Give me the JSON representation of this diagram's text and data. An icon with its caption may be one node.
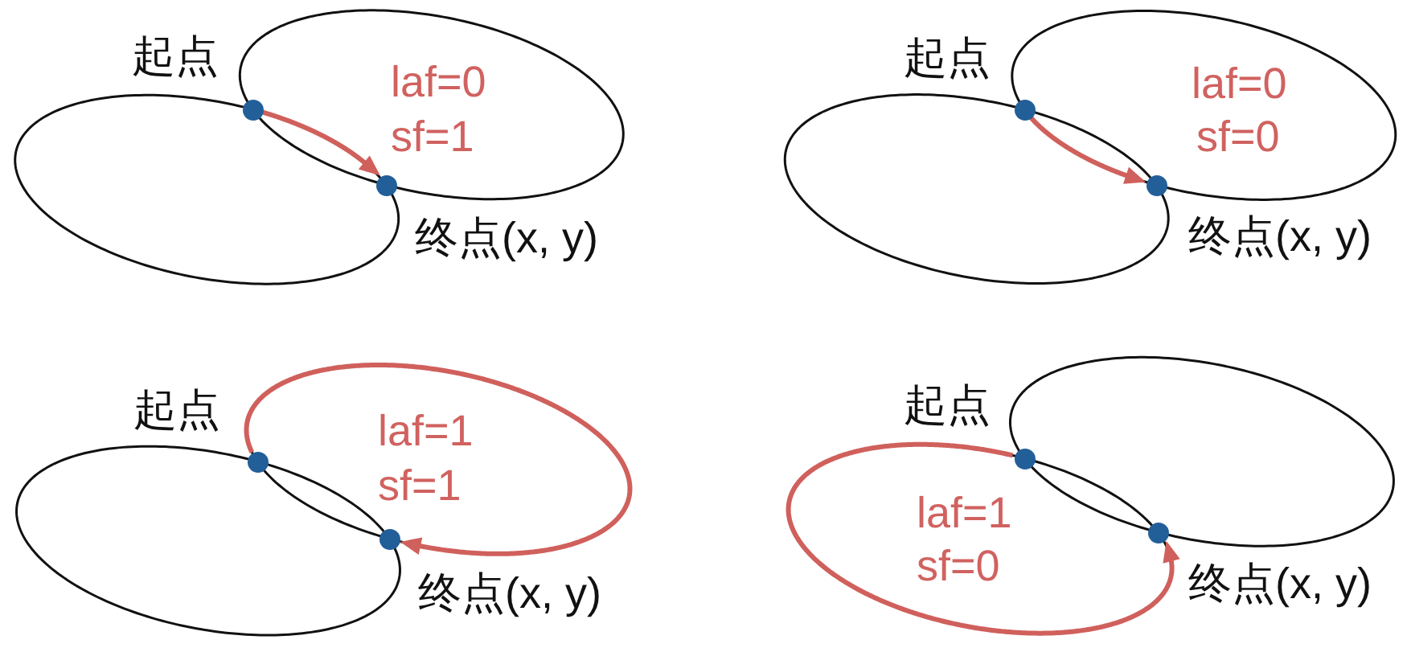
{
  "diagram": {
    "nodes": [
      {
        "text": [],
        "shape": "circle",
        "beside": [
          "起点"
        ]
      },
      {
        "text": [],
        "shape": "circle",
        "beside": [
          "终点(x, y)"
        ]
      },
      {
        "text": [],
        "shape": "circle",
        "beside": [
          "起点"
        ]
      },
      {
        "text": [],
        "shape": "circle",
        "beside": [
          "终点(x, y)"
        ]
      },
      {
        "text": [],
        "shape": "circle",
        "beside": [
          "起点"
        ]
      },
      {
        "text": [],
        "shape": "circle",
        "beside": [
          "终点(x, y)"
        ]
      },
      {
        "text": [],
        "shape": "circle",
        "beside": [
          "起点"
        ]
      },
      {
        "text": [],
        "shape": "circle",
        "beside": [
          "终点(x, y)"
        ]
      }
    ],
    "edges": [
      {
        "from": 0,
        "to": 1,
        "arrow": "to"
      },
      {
        "from": 2,
        "to": 3,
        "arrow": "to"
      },
      {
        "from": 4,
        "to": 5,
        "arrow": "to"
      },
      {
        "from": 6,
        "to": 7,
        "arrow": "to"
      }
    ],
    "labels": [
      "laf=0",
      "sf=1",
      "laf=0",
      "sf=0",
      "laf=1",
      "sf=1",
      "laf=1",
      "sf=0"
    ]
  }
}
